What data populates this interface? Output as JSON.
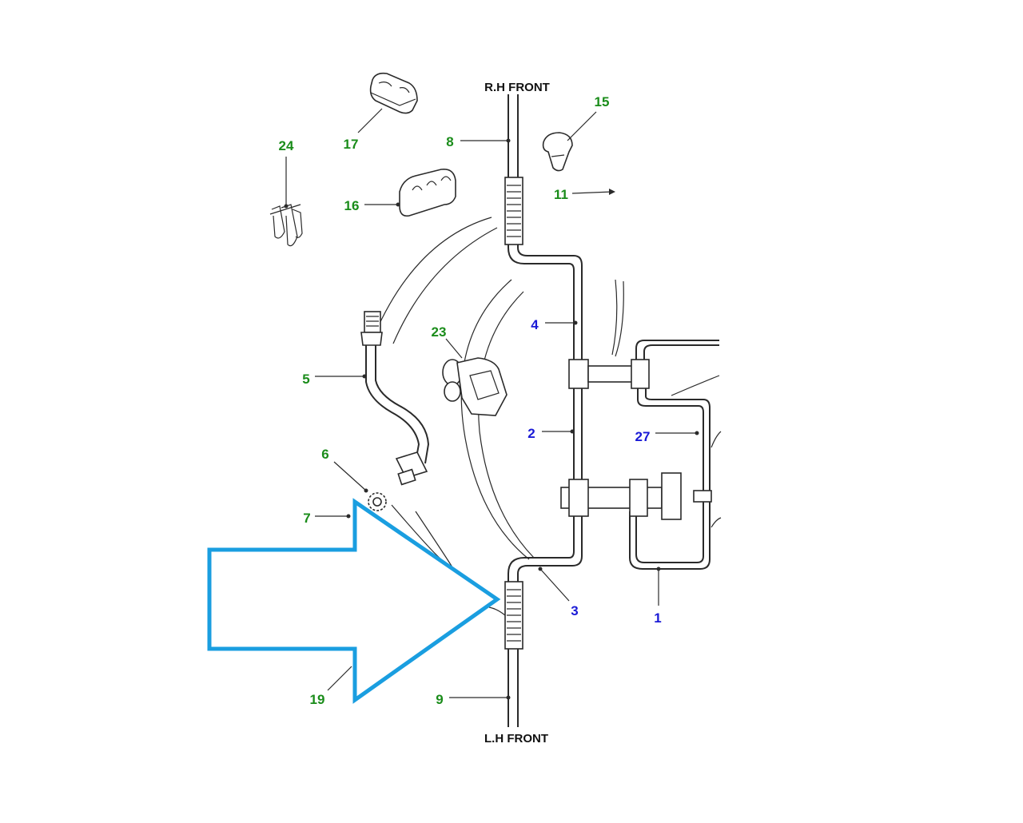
{
  "headers": {
    "rh_front": "R.H FRONT",
    "lh_front": "L.H FRONT"
  },
  "colors": {
    "green_label": "#1a8c1a",
    "blue_label": "#1a1ad6",
    "highlight_arrow": "#1a9ee0",
    "line": "#2a2a2a"
  },
  "callouts": {
    "c24": "24",
    "c17": "17",
    "c15": "15",
    "c8": "8",
    "c16": "16",
    "c11": "11",
    "c23": "23",
    "c4": "4",
    "c5": "5",
    "c2": "2",
    "c27": "27",
    "c6": "6",
    "c7": "7",
    "c3": "3",
    "c1": "1",
    "c19": "19",
    "c9": "9"
  },
  "highlight": {
    "icon": "arrow-right-outline"
  }
}
